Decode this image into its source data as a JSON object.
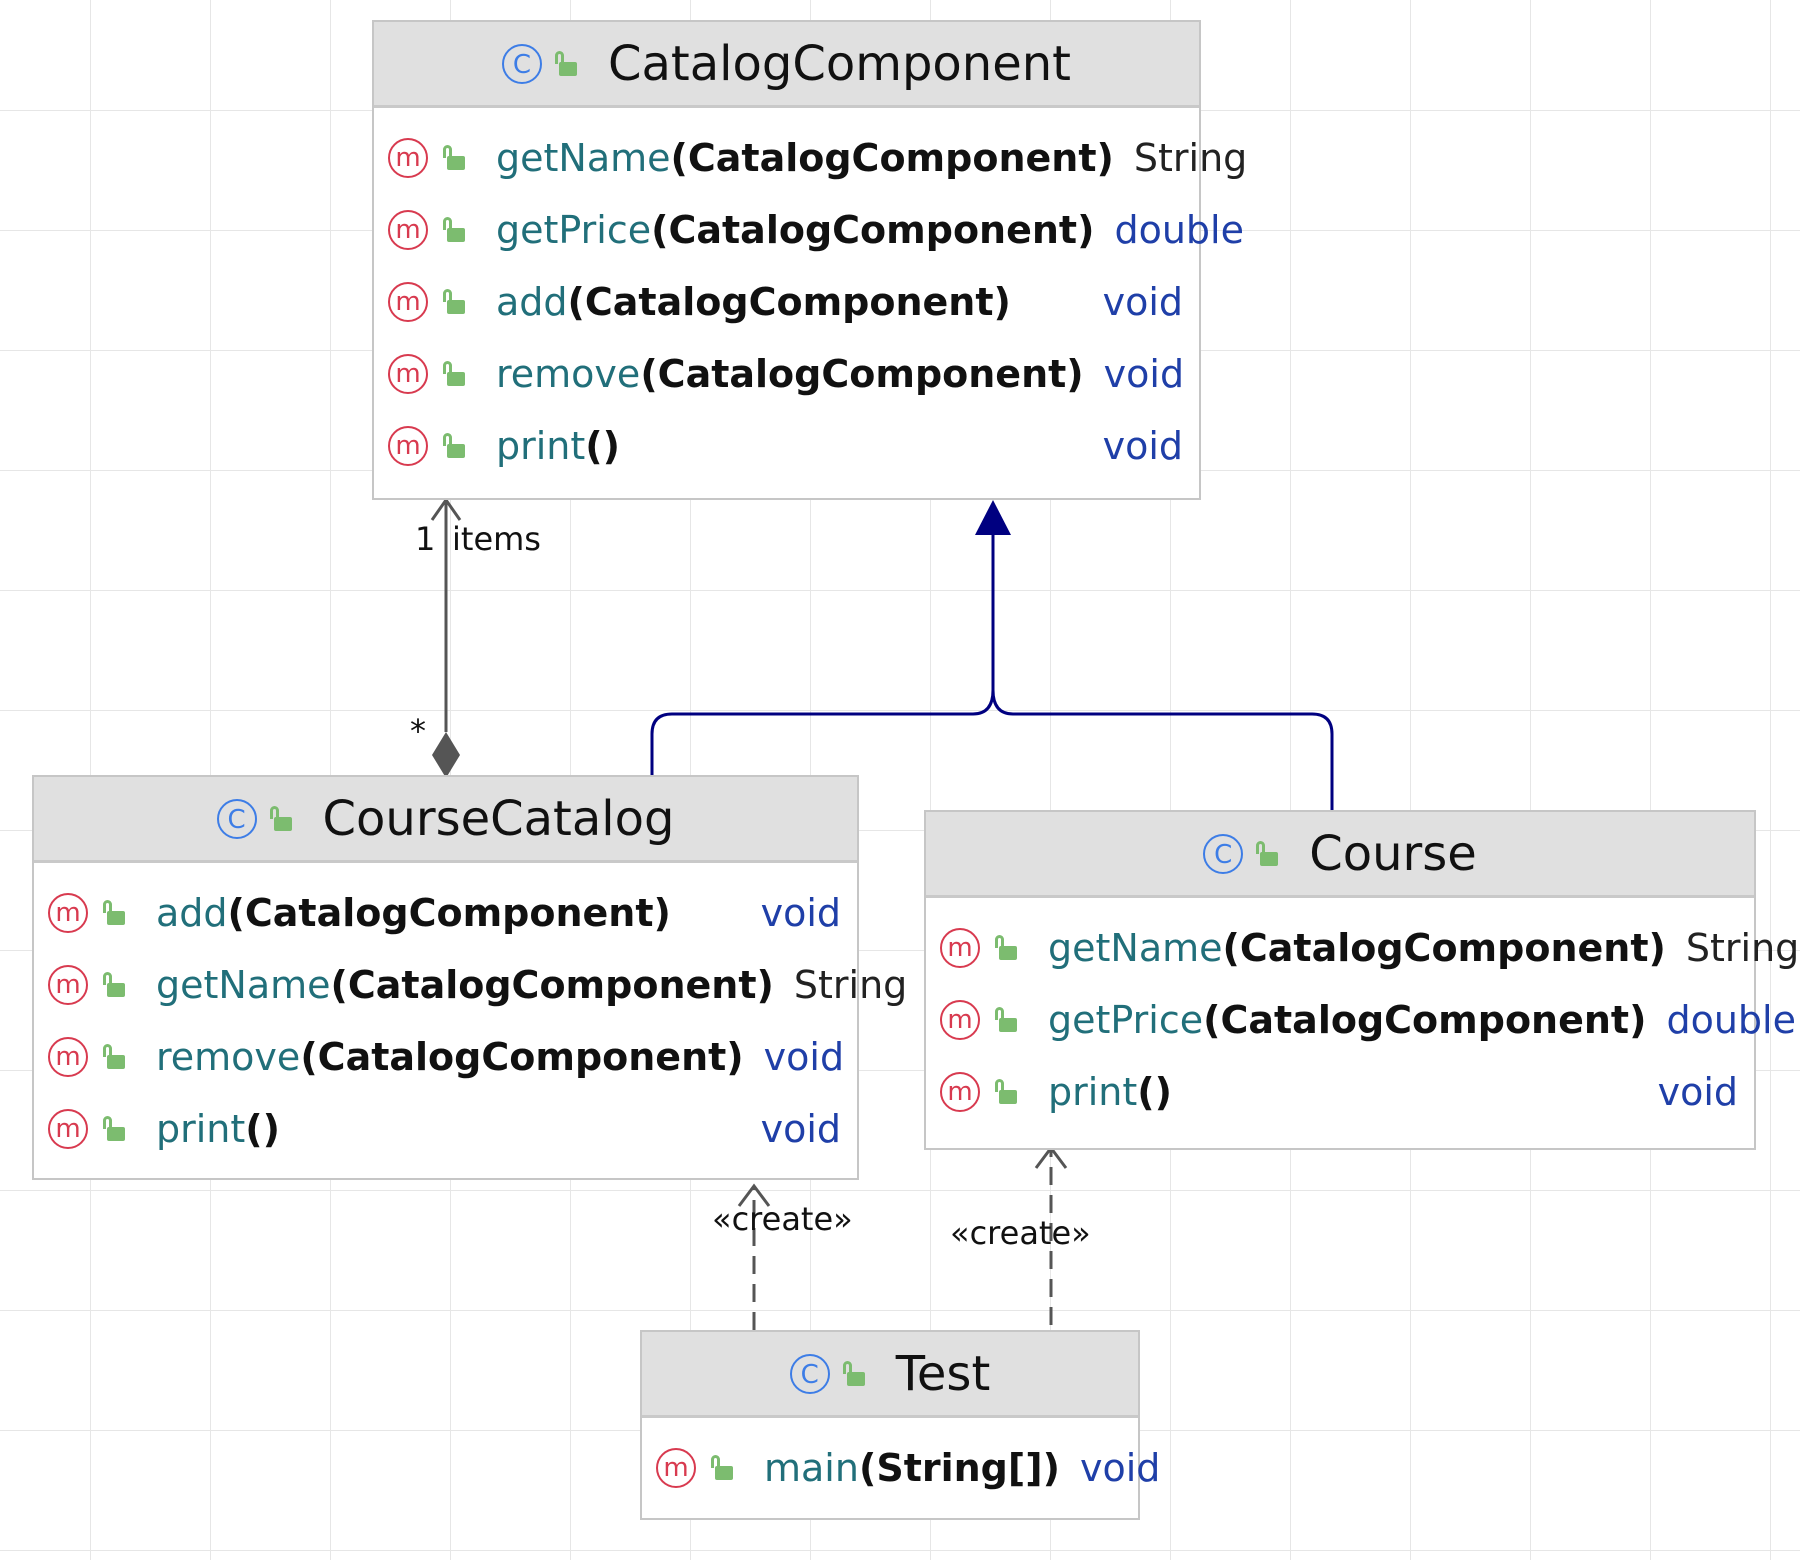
{
  "classes": {
    "catalog_component": {
      "name": "CatalogComponent",
      "methods": [
        {
          "name": "getName",
          "params": "(CatalogComponent)",
          "returns": "String"
        },
        {
          "name": "getPrice",
          "params": "(CatalogComponent)",
          "returns": "double"
        },
        {
          "name": "add",
          "params": "(CatalogComponent)",
          "returns": "void"
        },
        {
          "name": "remove",
          "params": "(CatalogComponent)",
          "returns": "void"
        },
        {
          "name": "print",
          "params": "()",
          "returns": "void"
        }
      ]
    },
    "course_catalog": {
      "name": "CourseCatalog",
      "methods": [
        {
          "name": "add",
          "params": "(CatalogComponent)",
          "returns": "void"
        },
        {
          "name": "getName",
          "params": "(CatalogComponent)",
          "returns": "String"
        },
        {
          "name": "remove",
          "params": "(CatalogComponent)",
          "returns": "void"
        },
        {
          "name": "print",
          "params": "()",
          "returns": "void"
        }
      ]
    },
    "course": {
      "name": "Course",
      "methods": [
        {
          "name": "getName",
          "params": "(CatalogComponent)",
          "returns": "String"
        },
        {
          "name": "getPrice",
          "params": "(CatalogComponent)",
          "returns": "double"
        },
        {
          "name": "print",
          "params": "()",
          "returns": "void"
        }
      ]
    },
    "test": {
      "name": "Test",
      "methods": [
        {
          "name": "main",
          "params": "(String[])",
          "returns": "void"
        }
      ]
    }
  },
  "edges": {
    "composition": {
      "role": "items",
      "target_multiplicity": "1",
      "source_multiplicity": "*"
    },
    "create_course_catalog": {
      "stereotype": "«create»"
    },
    "create_course": {
      "stereotype": "«create»"
    }
  },
  "icons": {
    "class": "C",
    "method": "m"
  },
  "colors": {
    "inheritance": "#000080",
    "composition": "#555555",
    "method_name": "#216f7a",
    "return_type": "#1f3fa8",
    "class_icon": "#3d7de6",
    "method_icon": "#d83a4f",
    "visibility_icon": "#7cbc6f"
  }
}
